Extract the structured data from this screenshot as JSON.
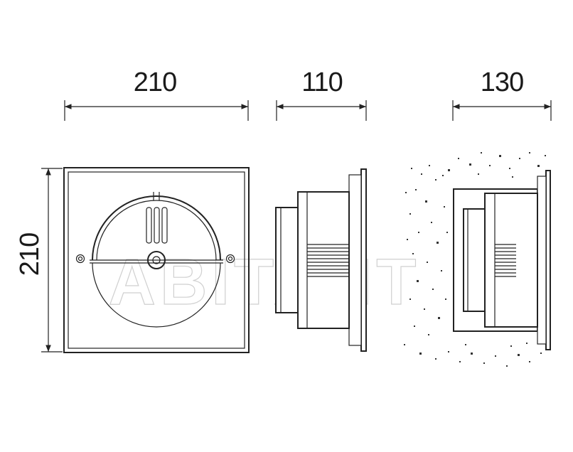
{
  "dimensions": {
    "front_width": "210",
    "side_depth": "110",
    "installed_depth": "130",
    "height": "210"
  },
  "watermark": {
    "text": "ABITANT"
  }
}
